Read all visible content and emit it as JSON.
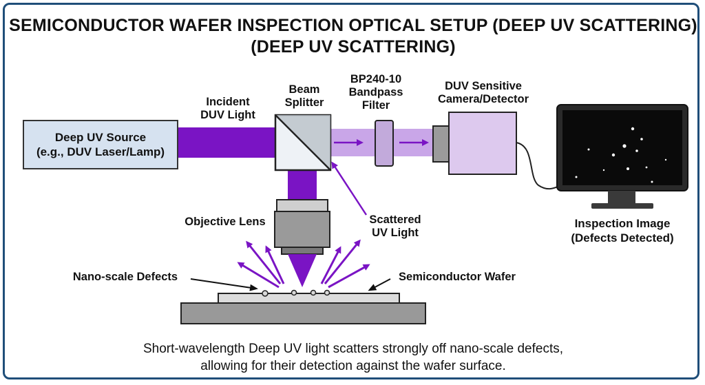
{
  "title": {
    "line1": "SEMICONDUCTOR WAFER INSPECTION OPTICAL SETUP (DEEP UV SCATTERING)",
    "line2": "(DEEP UV SCATTERING)"
  },
  "source": {
    "line1": "Deep UV Source",
    "line2": "(e.g., DUV Laser/Lamp)"
  },
  "labels": {
    "incident_1": "Incident",
    "incident_2": "DUV Light",
    "splitter_1": "Beam",
    "splitter_2": "Splitter",
    "filter_1": "BP240-10",
    "filter_2": "Bandpass",
    "filter_3": "Filter",
    "camera_1": "DUV Sensitive",
    "camera_2": "Camera/Detector",
    "objective": "Objective Lens",
    "scattered_1": "Scattered",
    "scattered_2": "UV Light",
    "defects": "Nano-scale Defects",
    "wafer": "Semiconductor Wafer",
    "inspection_1": "Inspection Image",
    "inspection_2": "(Defects Detected)"
  },
  "caption": {
    "line1": "Short-wavelength Deep UV light scatters strongly off nano-scale defects,",
    "line2": "allowing for their detection against the wafer surface."
  },
  "colors": {
    "frame": "#1f4e79",
    "uv_beam": "#7a14c4",
    "scattered_beam": "#c9a6e8",
    "source_box": "#d6e2f0",
    "camera_body": "#ddc9ee",
    "monitor": "#2a2a2a"
  }
}
